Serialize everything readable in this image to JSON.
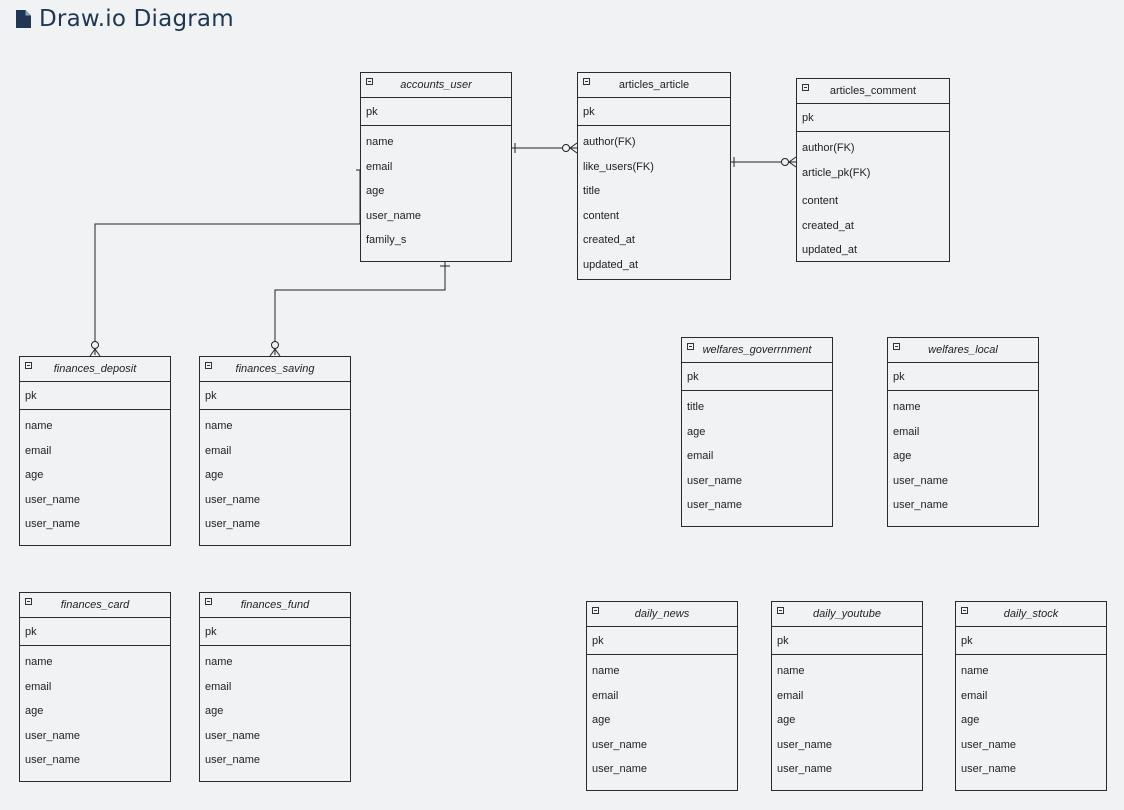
{
  "header": {
    "title": "Draw.io Diagram",
    "icon": "document-icon"
  },
  "entities": [
    {
      "id": "accounts_user",
      "title": "accounts_user",
      "pk": "pk",
      "fields": [
        "name",
        "email",
        "age",
        "user_name",
        "family_s"
      ]
    },
    {
      "id": "articles_article",
      "title": "articles_article",
      "pk": "pk",
      "fields": [
        "author(FK)",
        "like_users(FK)",
        "title",
        "content",
        "created_at",
        "updated_at"
      ]
    },
    {
      "id": "articles_comment",
      "title": "articles_comment",
      "pk": "pk",
      "fields": [
        "author(FK)",
        "article_pk(FK)",
        "content",
        "created_at",
        "updated_at"
      ]
    },
    {
      "id": "finances_deposit",
      "title": "finances_deposit",
      "pk": "pk",
      "fields": [
        "name",
        "email",
        "age",
        "user_name",
        "user_name"
      ]
    },
    {
      "id": "finances_saving",
      "title": "finances_saving",
      "pk": "pk",
      "fields": [
        "name",
        "email",
        "age",
        "user_name",
        "user_name"
      ]
    },
    {
      "id": "welfares_goverrnment",
      "title": "welfares_goverrnment",
      "pk": "pk",
      "fields": [
        "title",
        "age",
        "email",
        "user_name",
        "user_name"
      ]
    },
    {
      "id": "welfares_local",
      "title": "welfares_local",
      "pk": "pk",
      "fields": [
        "name",
        "email",
        "age",
        "user_name",
        "user_name"
      ]
    },
    {
      "id": "finances_card",
      "title": "finances_card",
      "pk": "pk",
      "fields": [
        "name",
        "email",
        "age",
        "user_name",
        "user_name"
      ]
    },
    {
      "id": "finances_fund",
      "title": "finances_fund",
      "pk": "pk",
      "fields": [
        "name",
        "email",
        "age",
        "user_name",
        "user_name"
      ]
    },
    {
      "id": "daily_news",
      "title": "daily_news",
      "pk": "pk",
      "fields": [
        "name",
        "email",
        "age",
        "user_name",
        "user_name"
      ]
    },
    {
      "id": "daily_youtube",
      "title": "daily_youtube",
      "pk": "pk",
      "fields": [
        "name",
        "email",
        "age",
        "user_name",
        "user_name"
      ]
    },
    {
      "id": "daily_stock",
      "title": "daily_stock",
      "pk": "pk",
      "fields": [
        "name",
        "email",
        "age",
        "user_name",
        "user_name"
      ]
    }
  ],
  "relationships": [
    {
      "from": "accounts_user",
      "to": "articles_article",
      "from_cardinality": "one",
      "to_cardinality": "zero-or-many"
    },
    {
      "from": "articles_article",
      "to": "articles_comment",
      "from_cardinality": "one",
      "to_cardinality": "zero-or-many"
    },
    {
      "from": "accounts_user",
      "to": "finances_deposit",
      "from_cardinality": "one",
      "to_cardinality": "zero-or-many"
    },
    {
      "from": "accounts_user",
      "to": "finances_saving",
      "from_cardinality": "one",
      "to_cardinality": "zero-or-many"
    }
  ]
}
